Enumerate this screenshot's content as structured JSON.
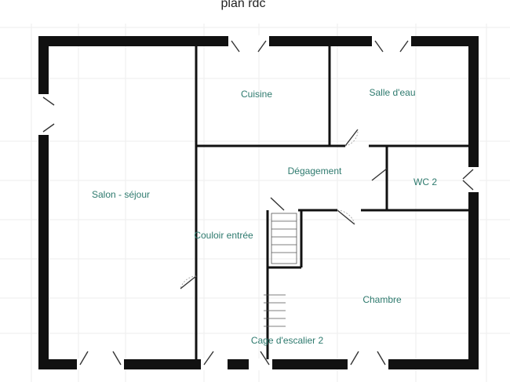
{
  "title": "plan rdc",
  "rooms": {
    "salon": "Salon - séjour",
    "cuisine": "Cuisine",
    "salle_eau": "Salle d'eau",
    "degagement": "Dégagement",
    "wc": "WC 2",
    "couloir": "Couloir entrée",
    "chambre": "Chambre",
    "cage_escalier": "Cage d'escalier 2"
  }
}
